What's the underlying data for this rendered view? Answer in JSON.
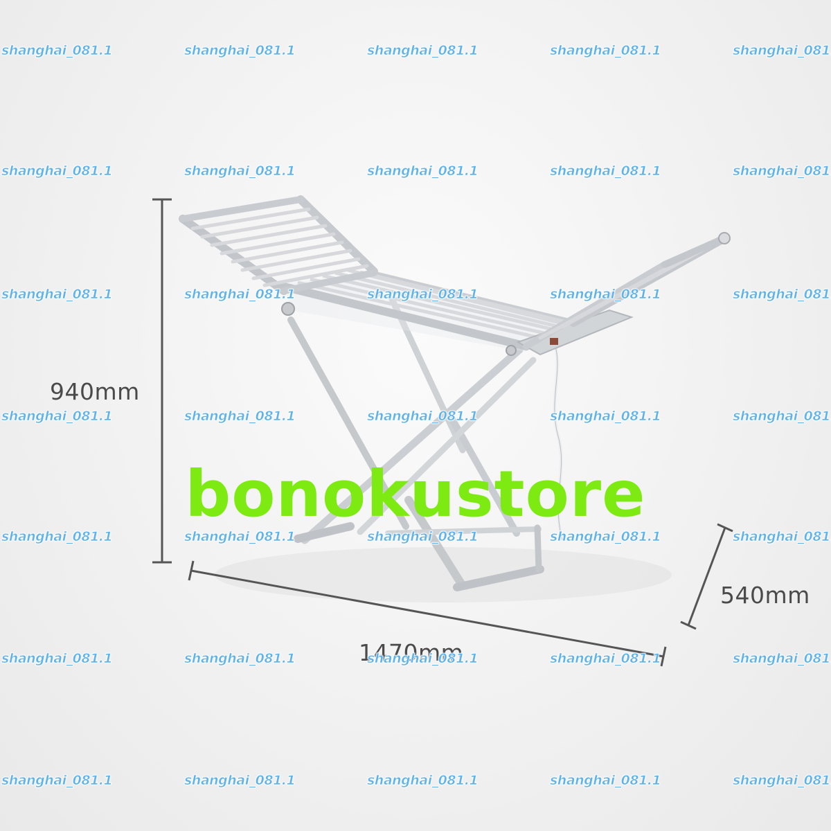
{
  "dimensions": {
    "height": "940mm",
    "depth": "540mm",
    "width": "1470mm"
  },
  "brand_text": "bonokustore",
  "watermark_text": "shanghai_081.1",
  "colors": {
    "brand": "#7dea12",
    "watermark": "#5fb3ea",
    "dimension_text": "#4a4a4a",
    "rack_metal": "#c9ccd0"
  },
  "product": "electric-heated-clothes-drying-rack"
}
